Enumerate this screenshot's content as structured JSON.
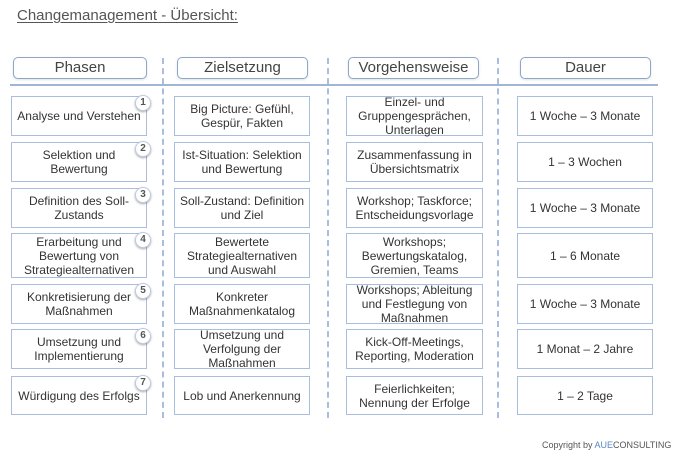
{
  "title": "Changemanagement - Übersicht:",
  "headers": [
    "Phasen",
    "Zielsetzung",
    "Vorgehensweise",
    "Dauer"
  ],
  "rows": [
    {
      "num": "1",
      "phase": "Analyse und Verstehen",
      "goal": "Big Picture: Gefühl, Gespür, Fakten",
      "approach": "Einzel- und Gruppengesprächen, Unterlagen",
      "duration": "1 Woche – 3 Monate"
    },
    {
      "num": "2",
      "phase": "Selektion und Bewertung",
      "goal": "Ist-Situation: Selektion und Bewertung",
      "approach": "Zusammenfassung in Übersichtsmatrix",
      "duration": "1 – 3 Wochen"
    },
    {
      "num": "3",
      "phase": "Definition des Soll-Zustands",
      "goal": "Soll-Zustand: Definition und Ziel",
      "approach": "Workshop; Taskforce; Entscheidungsvorlage",
      "duration": "1 Woche – 3 Monate"
    },
    {
      "num": "4",
      "phase": "Erarbeitung und Bewertung von Strategiealternativen",
      "goal": "Bewertete Strategiealternativen und Auswahl",
      "approach": "Workshops; Bewertungskatalog, Gremien, Teams",
      "duration": "1 – 6 Monate"
    },
    {
      "num": "5",
      "phase": "Konkretisierung der Maßnahmen",
      "goal": "Konkreter Maßnahmenkatalog",
      "approach": "Workshops; Ableitung und Festlegung von Maßnahmen",
      "duration": "1 Woche – 3 Monate"
    },
    {
      "num": "6",
      "phase": "Umsetzung und Implementierung",
      "goal": "Umsetzung und Verfolgung der Maßnahmen",
      "approach": "Kick-Off-Meetings, Reporting, Moderation",
      "duration": "1 Monat – 2 Jahre"
    },
    {
      "num": "7",
      "phase": "Würdigung des Erfolgs",
      "goal": "Lob und Anerkennung",
      "approach": "Feierlichkeiten; Nennung der Erfolge",
      "duration": "1 – 2 Tage"
    }
  ],
  "copyright": {
    "prefix": "Copyright by ",
    "brand_aue": "AUE",
    "brand_rest": "CONSULTING"
  },
  "colors": {
    "accent_blue": "#5b88c4",
    "border": "#a9bedc",
    "divider": "#9fb6d6"
  }
}
